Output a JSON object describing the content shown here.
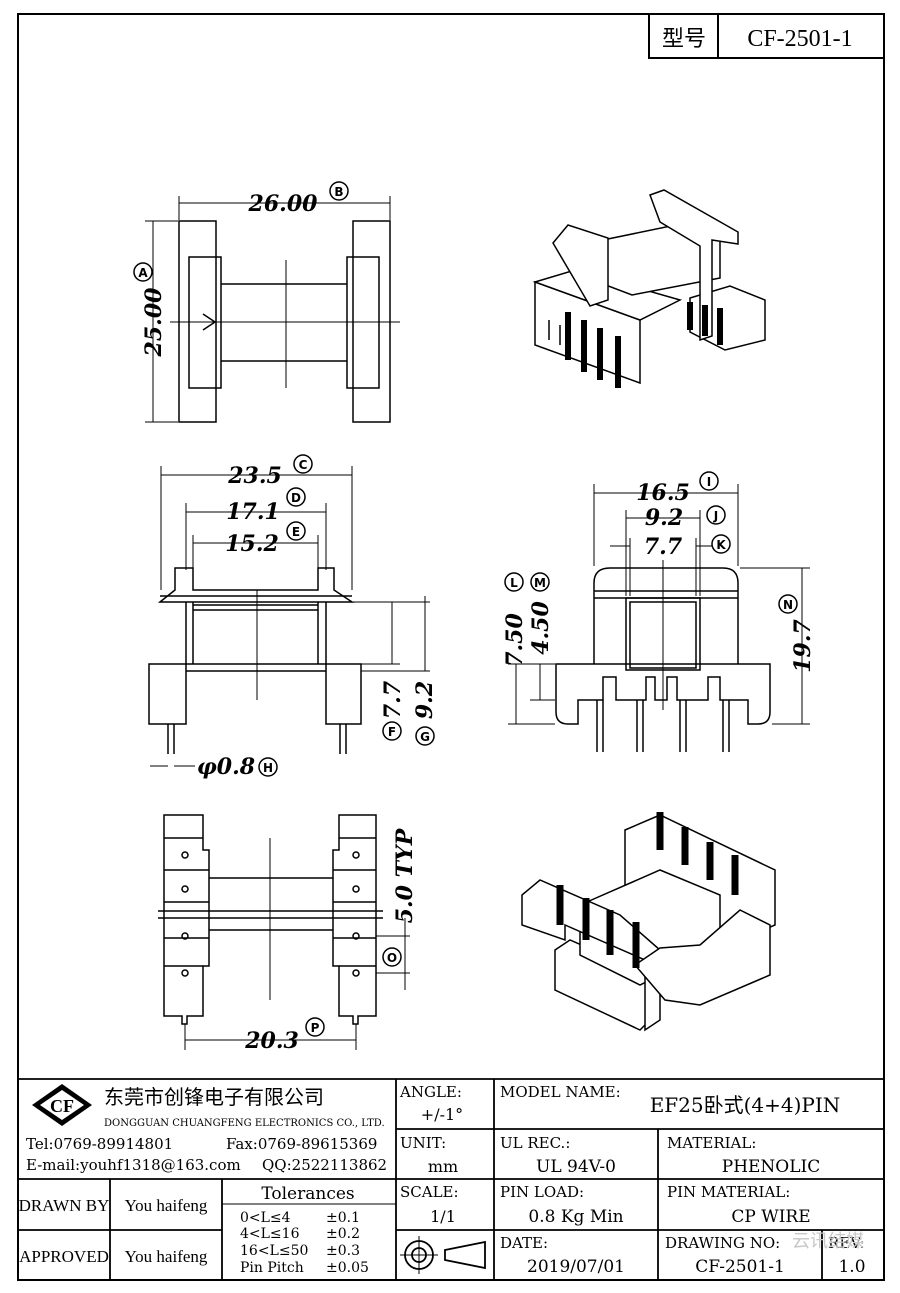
{
  "header": {
    "label": "型号",
    "value": "CF-2501-1"
  },
  "dims": {
    "a_w": "26.00",
    "a_h": "25.00",
    "c": "23.5",
    "d": "17.1",
    "e": "15.2",
    "f": "7.7",
    "g": "9.2",
    "h": "φ0.8",
    "i": "16.5",
    "j": "9.2",
    "k": "7.7",
    "l": "7.50",
    "m": "4.50",
    "n": "19.7",
    "typ": "5.0 TYP",
    "p": "20.3"
  },
  "markers": [
    "A",
    "B",
    "C",
    "D",
    "E",
    "F",
    "G",
    "H",
    "I",
    "J",
    "K",
    "L",
    "M",
    "N",
    "O",
    "P"
  ],
  "company": {
    "logo": "CF",
    "name_cn": "东莞市创锋电子有限公司",
    "name_en": "DONGGUAN CHUANGFENG ELECTRONICS CO., LTD.",
    "tel": "Tel:0769-89914801",
    "fax": "Fax:0769-89615369",
    "email": "E-mail:youhf1318@163.com",
    "qq": "QQ:2522113862"
  },
  "titleblock": {
    "angle_label": "ANGLE:",
    "angle_value": "+/-1°",
    "model_label": "MODEL NAME:",
    "model_value": "EF25卧式(4+4)PIN",
    "unit_label": "UNIT:",
    "unit_value": "mm",
    "ul_label": "UL REC.:",
    "ul_value": "UL 94V-0",
    "material_label": "MATERIAL:",
    "material_value": "PHENOLIC",
    "drawn_label": "DRAWN BY",
    "drawn_value": "You haifeng",
    "tol_title": "Tolerances",
    "tol": [
      {
        "range": "0<L≤4",
        "val": "±0.1"
      },
      {
        "range": "4<L≤16",
        "val": "±0.2"
      },
      {
        "range": "16<L≤50",
        "val": "±0.3"
      },
      {
        "range": "Pin Pitch",
        "val": "±0.05"
      }
    ],
    "scale_label": "SCALE:",
    "scale_value": "1/1",
    "pinload_label": "PIN LOAD:",
    "pinload_value": "0.8 Kg Min",
    "pinmat_label": "PIN MATERIAL:",
    "pinmat_value": "CP WIRE",
    "approved_label": "APPROVED",
    "approved_value": "You haifeng",
    "date_label": "DATE:",
    "date_value": "2019/07/01",
    "drawno_label": "DRAWING NO:",
    "drawno_value": "CF-2501-1",
    "rev_label": "REV:",
    "rev_value": "1.0"
  },
  "watermark": "云讯结媒"
}
